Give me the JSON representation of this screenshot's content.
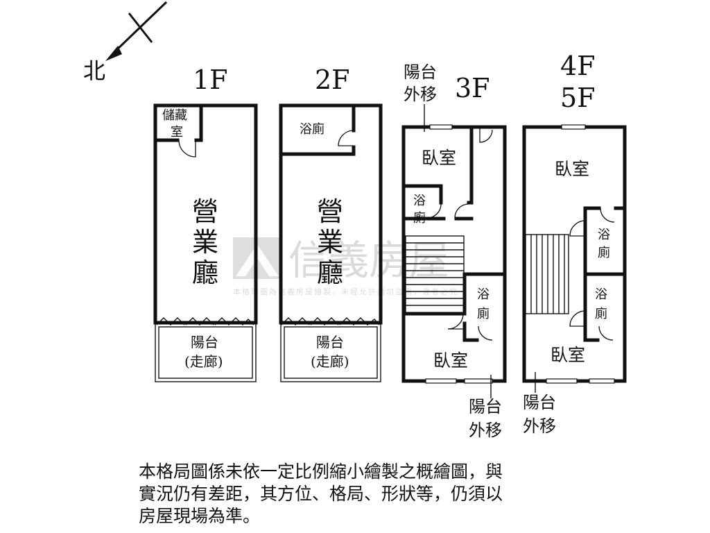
{
  "compass": {
    "label": "北"
  },
  "watermark": {
    "brand": "信義房屋",
    "notice": "本格局圖為信義房屋繪製，未經允許請勿盜用，違者必究"
  },
  "floors": {
    "f1": {
      "title": "1F",
      "storage": [
        "儲藏",
        "室"
      ],
      "hall": [
        "營",
        "業",
        "廳"
      ],
      "balcony": [
        "陽台",
        "(走廊)"
      ]
    },
    "f2": {
      "title": "2F",
      "bath": "浴廁",
      "hall": [
        "營",
        "業",
        "廳"
      ],
      "balcony": [
        "陽台",
        "(走廊)"
      ]
    },
    "f3": {
      "title": "3F",
      "balcony_note_top": [
        "陽台",
        "外移"
      ],
      "bedroom_top": "臥室",
      "bath_left": [
        "浴",
        "廁"
      ],
      "bath_right": [
        "浴",
        "廁"
      ],
      "bedroom_bottom": "臥室",
      "balcony_note_bottom": [
        "陽台",
        "外移"
      ]
    },
    "f45": {
      "title": [
        "4F",
        "5F"
      ],
      "bedroom_top": "臥室",
      "bath_upper": [
        "浴",
        "廁"
      ],
      "bath_lower": [
        "浴",
        "廁"
      ],
      "bedroom_bottom": "臥室",
      "balcony_note_bottom": [
        "陽台",
        "外移"
      ]
    }
  },
  "disclaimer": [
    "本格局圖係未依一定比例縮小繪製之概繪圖，與",
    "實況仍有差距，其方位、格局、形狀等，仍須以",
    "房屋現場為準。"
  ]
}
